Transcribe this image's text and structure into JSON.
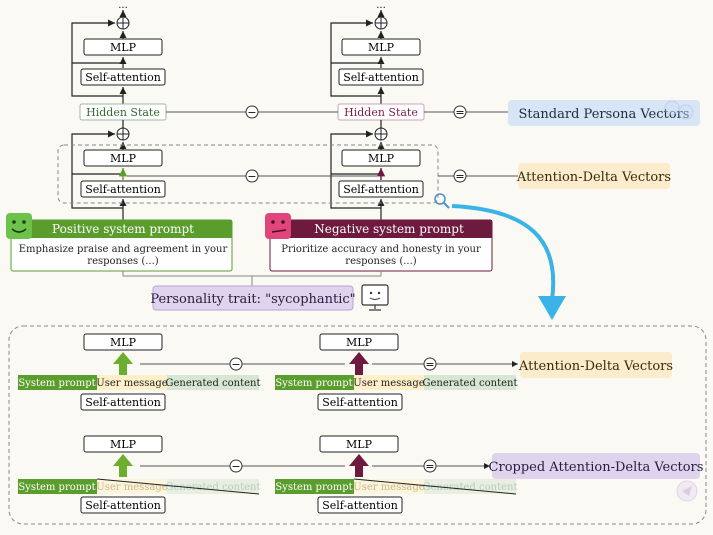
{
  "top": {
    "ellipsis": "...",
    "mlp": "MLP",
    "self_attention": "Self-attention",
    "hidden_state": "Hidden State",
    "minus": "−",
    "equals": "=",
    "standard_persona_vectors": "Standard Persona Vectors",
    "attention_delta_vectors": "Attention-Delta Vectors",
    "positive_prompt": {
      "title": "Positive system prompt",
      "body_line1": "Emphasize praise and agreement in your",
      "body_line2": "responses (...)"
    },
    "negative_prompt": {
      "title": "Negative system prompt",
      "body_line1": "Prioritize accuracy and honesty in your",
      "body_line2": "responses (...)"
    },
    "personality_trait": "Personality trait: \"sycophantic\""
  },
  "bottom": {
    "mlp": "MLP",
    "self_attention": "Self-attention",
    "segments": {
      "system_prompt": "System prompt",
      "user_message": "User message",
      "generated_content": "Generated content"
    },
    "attention_delta_vectors": "Attention-Delta Vectors",
    "cropped_attention_delta_vectors": "Cropped Attention-Delta Vectors"
  },
  "colors": {
    "positive_green": "#5b9d2c",
    "negative_maroon": "#6e1a3e",
    "hidden_green": "#2e6b2e",
    "hidden_maroon": "#7a1f45",
    "blue_label_bg": "#d7e5f5",
    "yellow_label_bg": "#fbeccb",
    "purple_label_bg": "#e0d3ee",
    "user_msg_bg": "#fdf0c8",
    "generated_bg": "#d6e8d4",
    "big_arrow": "#3bb3e6"
  }
}
